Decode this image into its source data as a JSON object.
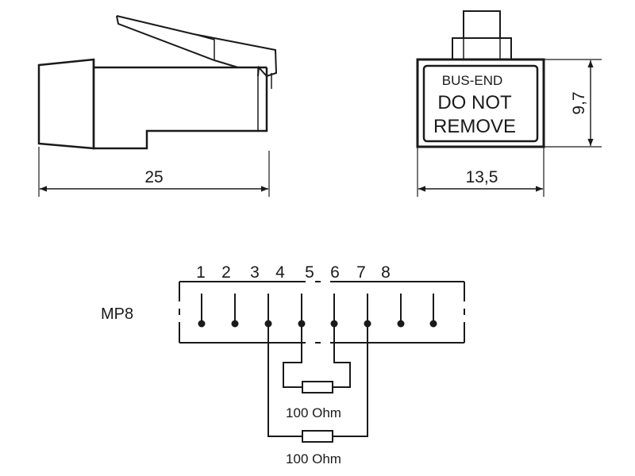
{
  "side_view": {
    "length_label": "25"
  },
  "front_view": {
    "line1": "BUS-END",
    "line2": "DO NOT",
    "line3": "REMOVE",
    "width_label": "13,5",
    "height_label": "9,7"
  },
  "schematic": {
    "connector_label": "MP8",
    "pins": [
      "1",
      "2",
      "3",
      "4",
      "5",
      "6",
      "7",
      "8"
    ],
    "resistor_upper": "100 Ohm",
    "resistor_lower": "100 Ohm"
  }
}
